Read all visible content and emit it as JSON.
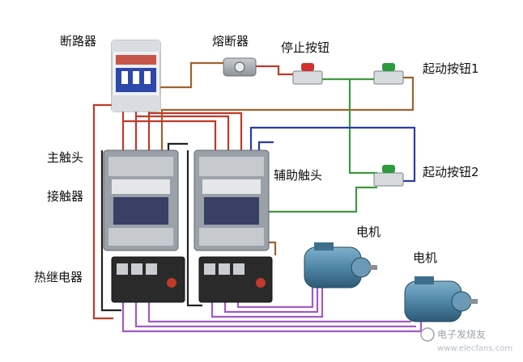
{
  "labels": {
    "breaker": "断路器",
    "fuse": "熔断器",
    "stop_button": "停止按钮",
    "start_button_1": "起动按钮1",
    "start_button_2": "起动按钮2",
    "main_contact": "主触头",
    "contactor": "接触器",
    "aux_contact": "辅助触头",
    "thermal_relay": "热继电器",
    "motor_1": "电机",
    "motor_2": "电机"
  },
  "watermark": {
    "name": "电子发烧友",
    "url": "www.elecfans.com"
  },
  "colors": {
    "wire_red": "#c0392b",
    "wire_blue": "#2b3aa8",
    "wire_green": "#3d9a3d",
    "wire_brown": "#a0622d",
    "wire_purple": "#a259c8",
    "wire_black": "#222222",
    "contactor_body": "#7d858c",
    "motor_body": "#4f86a6"
  }
}
